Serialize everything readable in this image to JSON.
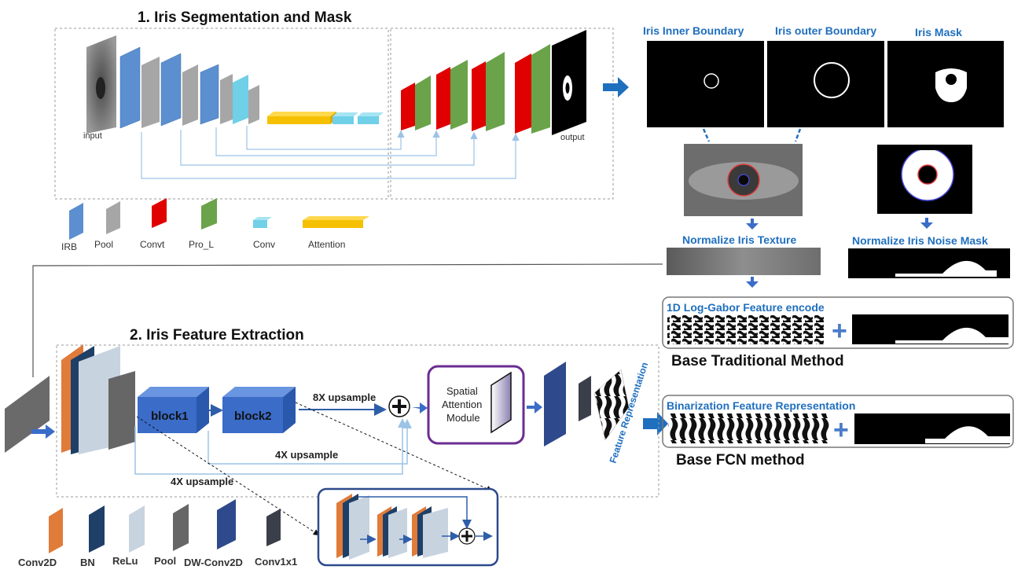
{
  "section1": {
    "title": "1. Iris Segmentation and Mask",
    "input_label": "input",
    "output_label": "output",
    "legend": [
      "IRB",
      "Pool",
      "Convt",
      "Pro_L",
      "Conv",
      "Attention"
    ]
  },
  "results": {
    "inner_boundary": "Iris Inner Boundary",
    "outer_boundary": "Iris outer Boundary",
    "iris_mask": "Iris Mask",
    "normalize_texture": "Normalize Iris Texture",
    "normalize_noise": "Normalize Iris Noise Mask",
    "log_gabor": "1D Log-Gabor Feature encode",
    "traditional": "Base Traditional Method",
    "binarization": "Binarization Feature Representation",
    "fcn": "Base FCN method",
    "plus": "+"
  },
  "section2": {
    "title": "2. Iris Feature Extraction",
    "block1": "block1",
    "block2": "block2",
    "up8": "8X upsample",
    "up4a": "4X upsample",
    "up4b": "4X upsample",
    "sam_line1": "Spatial",
    "sam_line2": "Attention",
    "sam_line3": "Module",
    "feature_rep": "Feature Representation",
    "legend": [
      "Conv2D",
      "BN",
      "ReLu",
      "Pool",
      "DW-Conv2D",
      "Conv1x1"
    ]
  },
  "colors": {
    "irb": "#5b8fd0",
    "pool": "#a6a6a6",
    "convt": "#e00000",
    "pro_l": "#6aa34a",
    "conv": "#6fd0e8",
    "attention": "#f5c000",
    "conv2d": "#e07b39",
    "bn": "#1f3f66",
    "relu": "#c8d3e0",
    "pool2": "#666666",
    "dwconv": "#2e4a8c",
    "conv1x1": "#3a3f4a",
    "block": "#3a6cc8",
    "label_blue": "#1f6fbf",
    "arrow_blue": "#1f6fbf",
    "module_border": "#6a2c91"
  }
}
